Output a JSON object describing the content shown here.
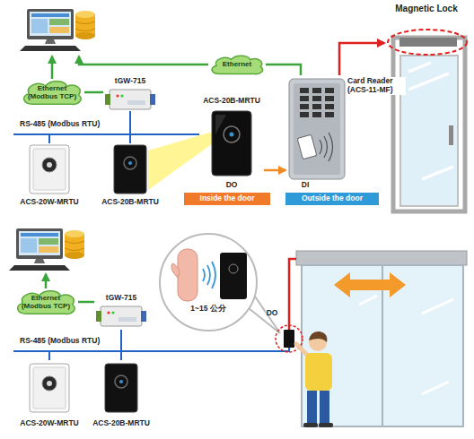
{
  "diagram": {
    "nodes": [
      {
        "text": [
          "Ethernet (Modbus TCP)"
        ]
      },
      {
        "text": [
          "tGW-715"
        ]
      },
      {
        "text": [
          "Ethernet"
        ]
      },
      {
        "text": [
          "ACS-20B-MRTU"
        ]
      },
      {
        "text": [
          "Card Reader (ACS-11-MF)"
        ]
      },
      {
        "text": [
          "Magnetic Lock"
        ]
      },
      {
        "text": [
          "ACS-20W-MRTU"
        ]
      },
      {
        "text": [
          "ACS-20B-MRTU"
        ]
      },
      {
        "text": [
          "Inside the door"
        ]
      },
      {
        "text": [
          "Outside the door"
        ]
      },
      {
        "text": [
          "Ethernet (Modbus TCP)"
        ]
      },
      {
        "text": [
          "tGW-715"
        ]
      },
      {
        "text": [
          "ACS-20W-MRTU"
        ]
      },
      {
        "text": [
          "ACS-20B-MRTU"
        ]
      }
    ],
    "edges": [
      {
        "from": 1,
        "to": 0,
        "arrow": "none"
      },
      {
        "from": 4,
        "to": 2,
        "arrow": "none"
      },
      {
        "from": 1,
        "to": 6,
        "arrow": "none"
      },
      {
        "from": 1,
        "to": 7,
        "arrow": "none"
      },
      {
        "from": 1,
        "to": 3,
        "arrow": "none"
      },
      {
        "from": 3,
        "to": 4,
        "arrow": "to"
      },
      {
        "from": 4,
        "to": 5,
        "arrow": "to"
      },
      {
        "from": 11,
        "to": 10,
        "arrow": "none"
      },
      {
        "from": 11,
        "to": 12,
        "arrow": "none"
      },
      {
        "from": 11,
        "to": 13,
        "arrow": "none"
      }
    ],
    "labels": [
      "RS-485 (Modbus RTU)",
      "DO",
      "DI",
      "RS-485 (Modbus RTU)",
      "1~15 公分",
      "DO"
    ]
  }
}
